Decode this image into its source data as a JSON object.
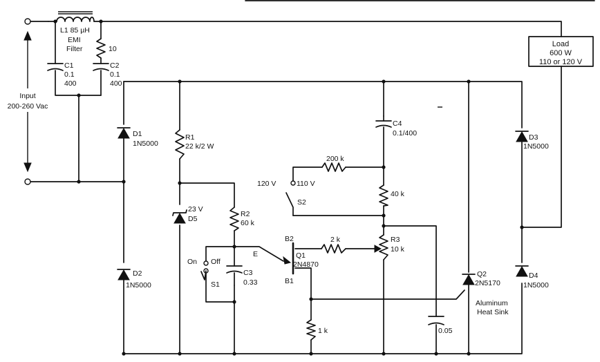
{
  "labels": {
    "input": "Input",
    "input_voltage": "200-260 Vac",
    "l1": "L1 85 µH",
    "emi_1": "EMI",
    "emi_2": "Filter",
    "c1_name": "C1",
    "c1_val1": "0.1",
    "c1_val2": "400",
    "c2_name": "C2",
    "c2_val1": "0.1",
    "c2_val2": "400",
    "r_snub": "10",
    "d1_name": "D1",
    "d1_part": "1N5000",
    "d2_name": "D2",
    "d2_part": "1N5000",
    "d3_name": "D3",
    "d3_part": "1N5000",
    "d4_name": "D4",
    "d4_part": "1N5000",
    "r1_name": "R1",
    "r1_val": "22 k/2 W",
    "d5_volt": "23 V",
    "d5_name": "D5",
    "r2_name": "R2",
    "r2_val": "60 k",
    "c3_name": "C3",
    "c3_val": "0.33",
    "c4_name": "C4",
    "c4_val": "0.1/400",
    "r_200k": "200 k",
    "r_40k": "40 k",
    "r_2k": "2 k",
    "r_1k": "1 k",
    "r3_name": "R3",
    "r3_val": "10 k",
    "c_005": "0.05",
    "s1_on": "On",
    "s1_off": "Off",
    "s1_name": "S1",
    "s2_120": "120 V",
    "s2_110": "110 V",
    "s2_name": "S2",
    "q1_e": "E",
    "q1_b2": "B2",
    "q1_b1": "B1",
    "q1_name": "Q1",
    "q1_part": "2N4870",
    "q2_name": "Q2",
    "q2_part": "2N5170",
    "heatsink_1": "Aluminum",
    "heatsink_2": "Heat Sink",
    "load_1": "Load",
    "load_2": "600 W",
    "load_3": "110 or 120 V"
  }
}
